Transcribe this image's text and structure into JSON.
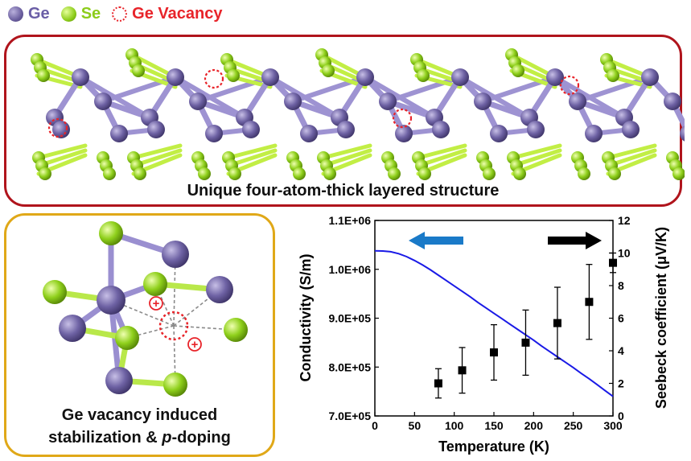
{
  "legend": {
    "ge": "Ge",
    "se": "Se",
    "vacancy": "Ge Vacancy"
  },
  "top_panel": {
    "caption": "Unique four-atom-thick layered structure"
  },
  "left_panel": {
    "caption_line1": "Ge vacancy induced",
    "caption_line2_pre": "stabilization & ",
    "caption_line2_italic": "p",
    "caption_line2_post": "-doping",
    "charge_symbol": "+"
  },
  "colors": {
    "ge": "#7b6fb0",
    "se": "#8fd01c",
    "vacancy": "#e8242a",
    "top_border": "#b0141c",
    "left_border": "#e0a818",
    "conductivity_line": "#1a1ae6",
    "left_arrow": "#1a7ac8",
    "right_arrow": "#000000"
  },
  "chart_data": {
    "type": "line",
    "xlabel": "Temperature (K)",
    "ylabel": "Conductivity (S/m)",
    "y2label": "Seebeck coefficient (μV/K)",
    "xlim": [
      0,
      300
    ],
    "ylim": [
      700000,
      1100000
    ],
    "y2lim": [
      0,
      12
    ],
    "x_ticks": [
      "0",
      "50",
      "100",
      "150",
      "200",
      "250",
      "300"
    ],
    "y_ticks": [
      "7.0E+05",
      "8.0E+05",
      "9.0E+05",
      "1.0E+06",
      "1.1E+06"
    ],
    "y2_ticks": [
      "0",
      "2",
      "4",
      "6",
      "8",
      "10",
      "12"
    ],
    "conductivity": {
      "x": [
        0,
        10,
        20,
        30,
        40,
        50,
        60,
        70,
        80,
        90,
        100,
        110,
        120,
        130,
        140,
        150,
        160,
        170,
        180,
        190,
        200,
        210,
        220,
        230,
        240,
        250,
        260,
        270,
        280,
        290,
        300
      ],
      "y": [
        1038000,
        1037500,
        1036000,
        1032000,
        1026000,
        1018000,
        1009000,
        999000,
        988000,
        977000,
        966000,
        955000,
        944000,
        932000,
        921000,
        910000,
        899000,
        888000,
        877000,
        866000,
        855000,
        843000,
        832000,
        821000,
        810000,
        799000,
        787000,
        776000,
        764000,
        752000,
        740000
      ]
    },
    "seebeck": {
      "x": [
        80,
        110,
        150,
        190,
        230,
        270,
        300
      ],
      "y": [
        2.0,
        2.8,
        3.9,
        4.5,
        5.7,
        7.0,
        9.4
      ],
      "err": [
        0.9,
        1.4,
        1.7,
        2.0,
        2.2,
        2.3,
        0.6
      ]
    }
  }
}
